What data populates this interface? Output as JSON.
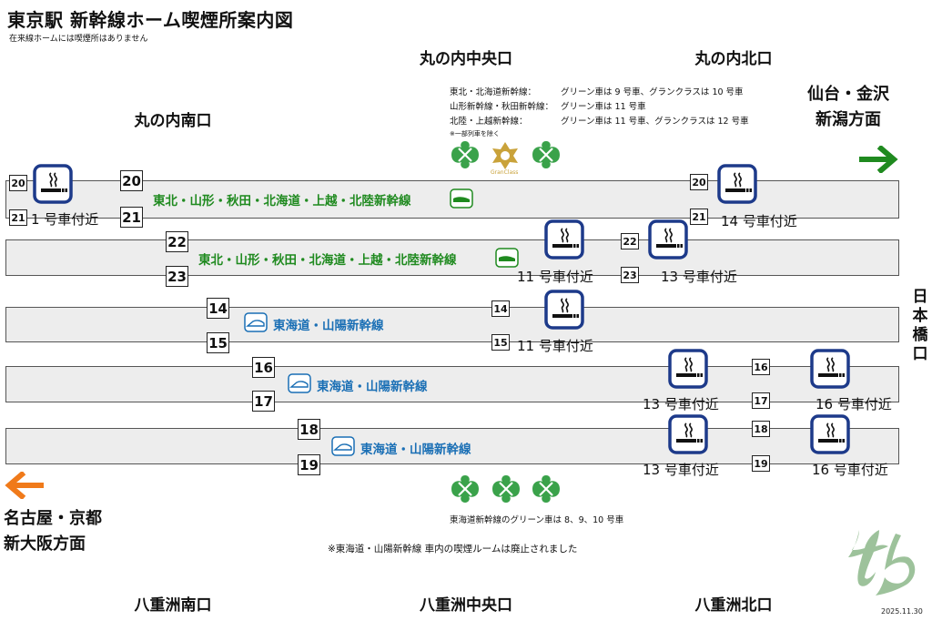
{
  "title": "東京駅 新幹線ホーム喫煙所案内図",
  "subtitle": "在来線ホームには喫煙所はありません",
  "exits": {
    "marunouchi_central": "丸の内中央口",
    "marunouchi_north": "丸の内北口",
    "marunouchi_south": "丸の内南口",
    "yaesu_south": "八重洲南口",
    "yaesu_central": "八重洲中央口",
    "yaesu_north": "八重洲北口",
    "nihonbashi": "日本橋口"
  },
  "destinations": {
    "northeast_line1": "仙台・金沢",
    "northeast_line2": "新潟方面",
    "southwest_line1": "名古屋・京都",
    "southwest_line2": "新大阪方面"
  },
  "green_car_notes": {
    "tohoku_line": "東北・北海道新幹線：",
    "tohoku_value": "グリーン車は 9 号車、グランクラスは 10 号車",
    "yamagata_line": "山形新幹線・秋田新幹線：",
    "yamagata_value": "グリーン車は 11 号車",
    "hokuriku_line": "北陸・上越新幹線：",
    "hokuriku_value": "グリーン車は 11 号車、グランクラスは 12 号車",
    "footnote": "※一部列車を除く",
    "tokaido_green": "東海道新幹線のグリーン車は 8、9、10 号車"
  },
  "gran_class_label": "GranClass",
  "discontinued_note": "※東海道・山陽新幹線 車内の喫煙ルームは廃止されました",
  "date": "2025.11.30",
  "platforms": [
    {
      "line": "東北・山形・秋田・北海道・上越・北陸新幹線",
      "tracks": [
        "20",
        "21"
      ],
      "smoking": [
        "1 号車付近",
        "14 号車付近"
      ]
    },
    {
      "line": "東北・山形・秋田・北海道・上越・北陸新幹線",
      "tracks": [
        "22",
        "23"
      ],
      "smoking": [
        "11 号車付近",
        "13 号車付近"
      ]
    },
    {
      "line": "東海道・山陽新幹線",
      "tracks": [
        "14",
        "15"
      ],
      "smoking": [
        "11 号車付近"
      ]
    },
    {
      "line": "東海道・山陽新幹線",
      "tracks": [
        "16",
        "17"
      ],
      "smoking": [
        "13 号車付近",
        "16 号車付近"
      ]
    },
    {
      "line": "東海道・山陽新幹線",
      "tracks": [
        "18",
        "19"
      ],
      "smoking": [
        "13 号車付近",
        "16 号車付近"
      ]
    }
  ],
  "colors": {
    "east_line": "#1f8a1f",
    "tokaido_line": "#1a6fb5",
    "smoking_frame": "#1d3a8a",
    "arrow_northeast": "#1f8a1f",
    "arrow_southwest": "#f07a1a",
    "gran_class": "#c9a23a"
  },
  "icons": [
    "smoking-area-icon",
    "train-icon",
    "green-car-icon",
    "gran-class-icon",
    "arrow-right-icon",
    "arrow-left-icon"
  ]
}
